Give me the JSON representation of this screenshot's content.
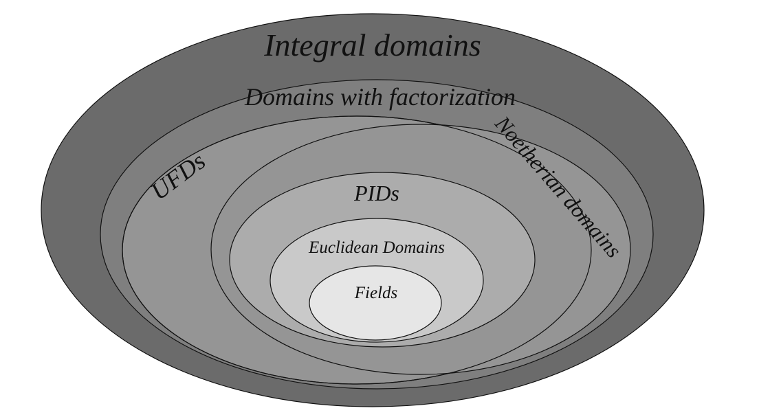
{
  "diagram": {
    "labels": {
      "integral_domains": "Integral domains",
      "domains_with_factorization": "Domains with factorization",
      "ufds": "UFDs",
      "noetherian_domains": "Noetherian domains",
      "pids": "PIDs",
      "euclidean_domains": "Euclidean Domains",
      "fields": "Fields"
    },
    "colors": {
      "integral_domains": "#6b6b6b",
      "domains_with_factorization": "#7f7f7f",
      "ufds": "#959595",
      "noetherian_domains": "#959595",
      "pids": "#acacac",
      "euclidean_domains": "#c9c9c9",
      "fields": "#e6e6e6",
      "stroke": "#111111"
    }
  }
}
